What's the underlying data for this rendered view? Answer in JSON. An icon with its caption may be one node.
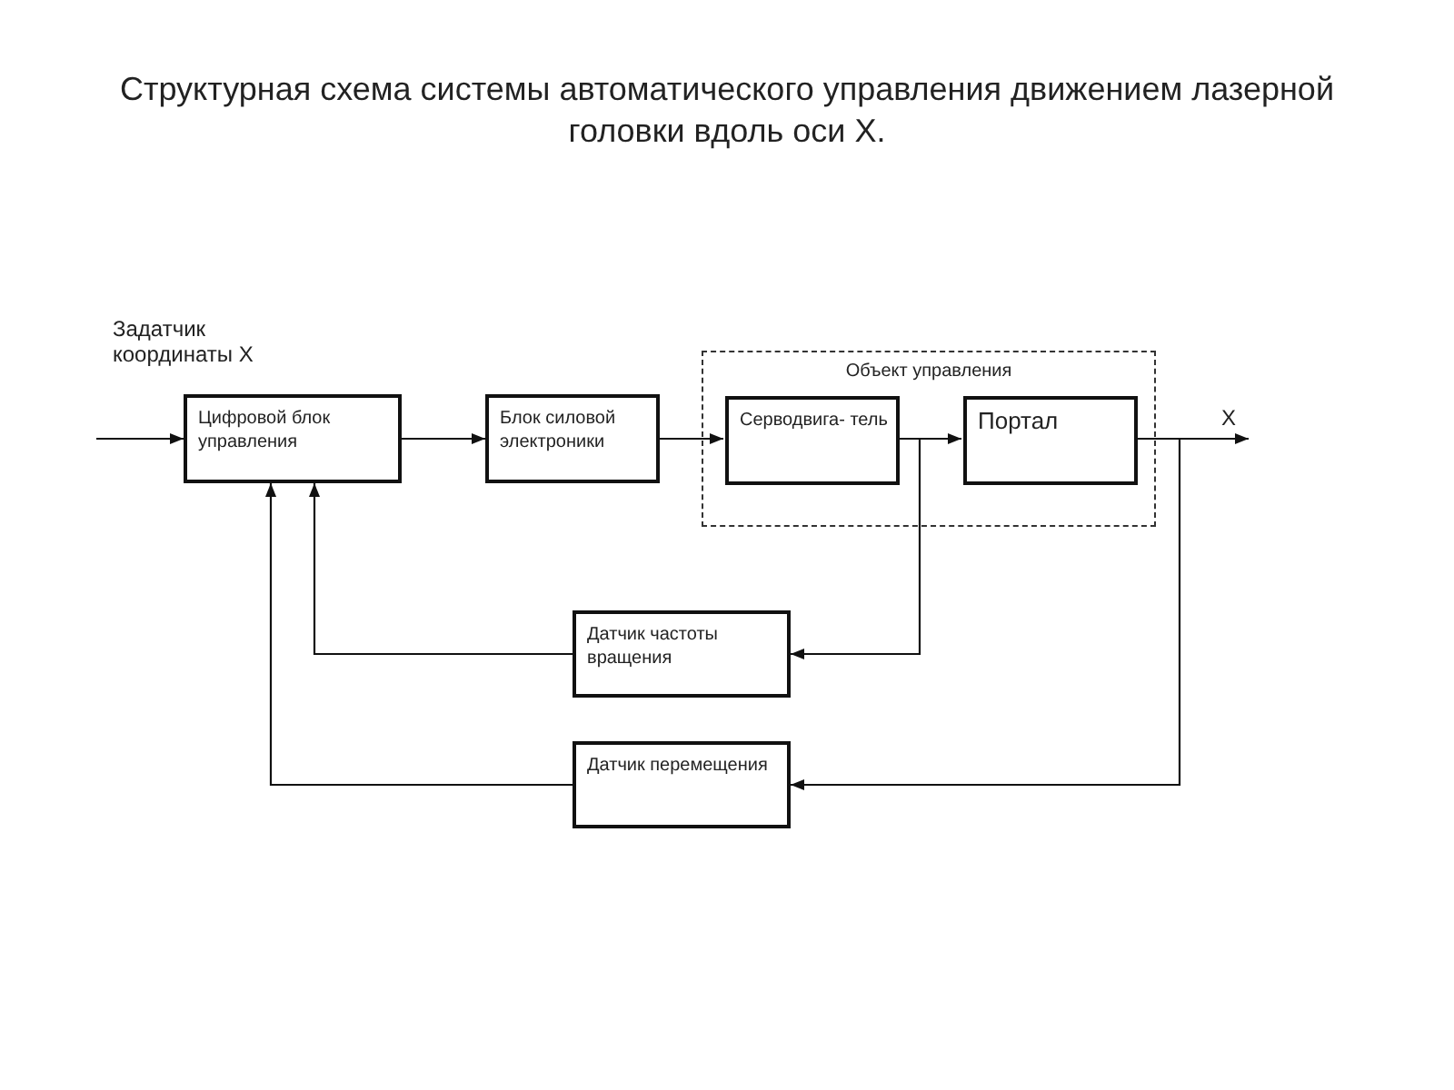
{
  "diagram": {
    "title": "Структурная схема системы автоматического управления движением лазерной головки вдоль оси X.",
    "nodes": [
      {
        "text": [
          "Объект управления"
        ]
      },
      {
        "text": [
          "Цифровой блок управления"
        ]
      },
      {
        "text": [
          "Блок силовой электроники"
        ]
      },
      {
        "text": [
          "Серводвига- тель"
        ],
        "in": 0
      },
      {
        "text": [
          "Портал"
        ],
        "in": 0
      },
      {
        "text": [
          "Датчик частоты вращения"
        ]
      },
      {
        "text": [
          "Датчик перемещения"
        ]
      }
    ],
    "edges": [
      {
        "from": null,
        "to": 1,
        "arrow": "to"
      },
      {
        "from": 1,
        "to": 2,
        "arrow": "to"
      },
      {
        "from": 2,
        "to": 3,
        "arrow": "to"
      },
      {
        "from": 3,
        "to": 4,
        "arrow": "to"
      },
      {
        "from": 4,
        "to": null,
        "arrow": "to",
        "label": "X"
      },
      {
        "from": 3,
        "to": 5,
        "arrow": "to"
      },
      {
        "from": 4,
        "to": 6,
        "arrow": "to"
      },
      {
        "from": 5,
        "to": 1,
        "arrow": "to"
      },
      {
        "from": 6,
        "to": 1,
        "arrow": "to"
      }
    ],
    "labels": [
      "Задатчик координаты X"
    ]
  }
}
